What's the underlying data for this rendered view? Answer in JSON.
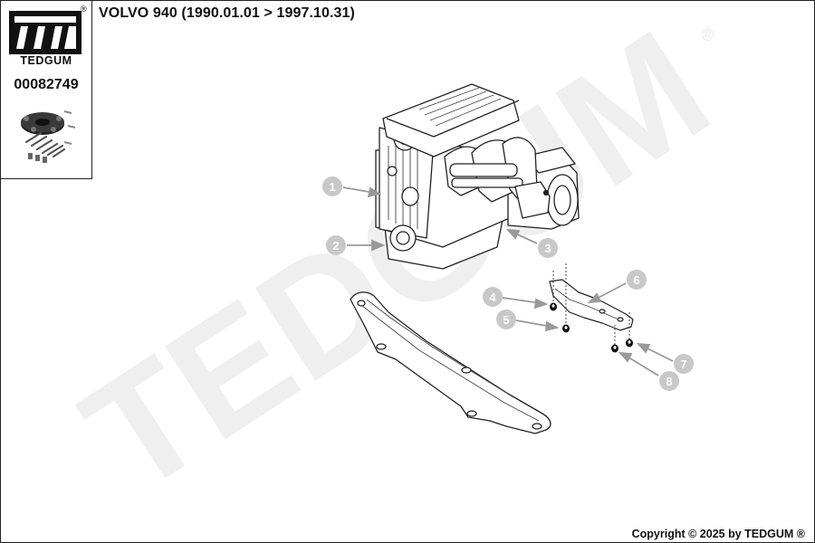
{
  "brand": {
    "name": "TEDGUM",
    "registered_mark": "®",
    "part_number": "00082749"
  },
  "vehicle": {
    "title": "VOLVO 940  (1990.01.01 > 1997.10.31)"
  },
  "watermark": {
    "text": "TEDGUM",
    "registered_mark": "®"
  },
  "callouts": [
    "1",
    "2",
    "3",
    "4",
    "5",
    "6",
    "7",
    "8"
  ],
  "footer": {
    "copyright": "Copyright © 2025 by TEDGUM ®"
  },
  "colors": {
    "callout_fill": "#c8c8c8",
    "watermark": "#efefef",
    "line": "#222222",
    "logo": "#111111"
  }
}
